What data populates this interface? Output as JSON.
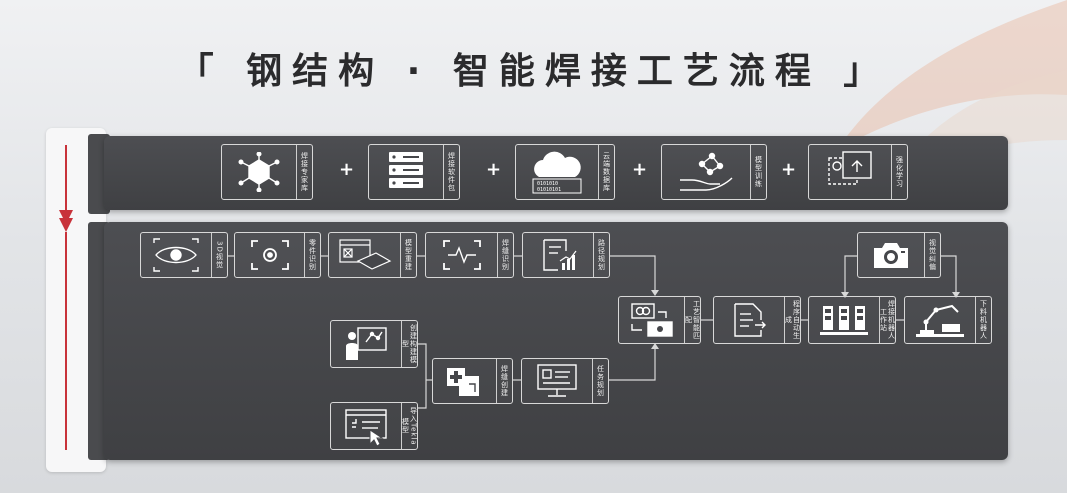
{
  "title": "「 钢结构 · 智能焊接工艺流程 」",
  "row1": [
    {
      "label": "焊接专家库",
      "icon": "cube-network-icon"
    },
    {
      "label": "焊接软件包",
      "icon": "server-stack-icon"
    },
    {
      "label": "云端数据库",
      "icon": "cloud-data-icon"
    },
    {
      "label": "模型训练",
      "icon": "hand-network-icon"
    },
    {
      "label": "强化学习",
      "icon": "screen-upload-icon"
    }
  ],
  "plus": "+",
  "row2": {
    "scan3d": "3D视觉",
    "part_id": "零件识别",
    "model_rebuild": "模型重建",
    "weld_id": "焊缝识别",
    "path_plan": "路径规划",
    "process_match": "工艺智能匹配",
    "program_gen": "程序自动生成",
    "welding_robot": "焊接机器人工作站",
    "visual_correction": "视觉纠偏",
    "unload_robot": "下料机器人",
    "create_model": "创建构建模型",
    "import_model": "导入Tekla模型",
    "weld_create": "焊缝创建",
    "task_plan": "任务规划"
  },
  "colors": {
    "accent": "#c8323a",
    "panel": "#45464a",
    "line": "#d8d8d8"
  }
}
